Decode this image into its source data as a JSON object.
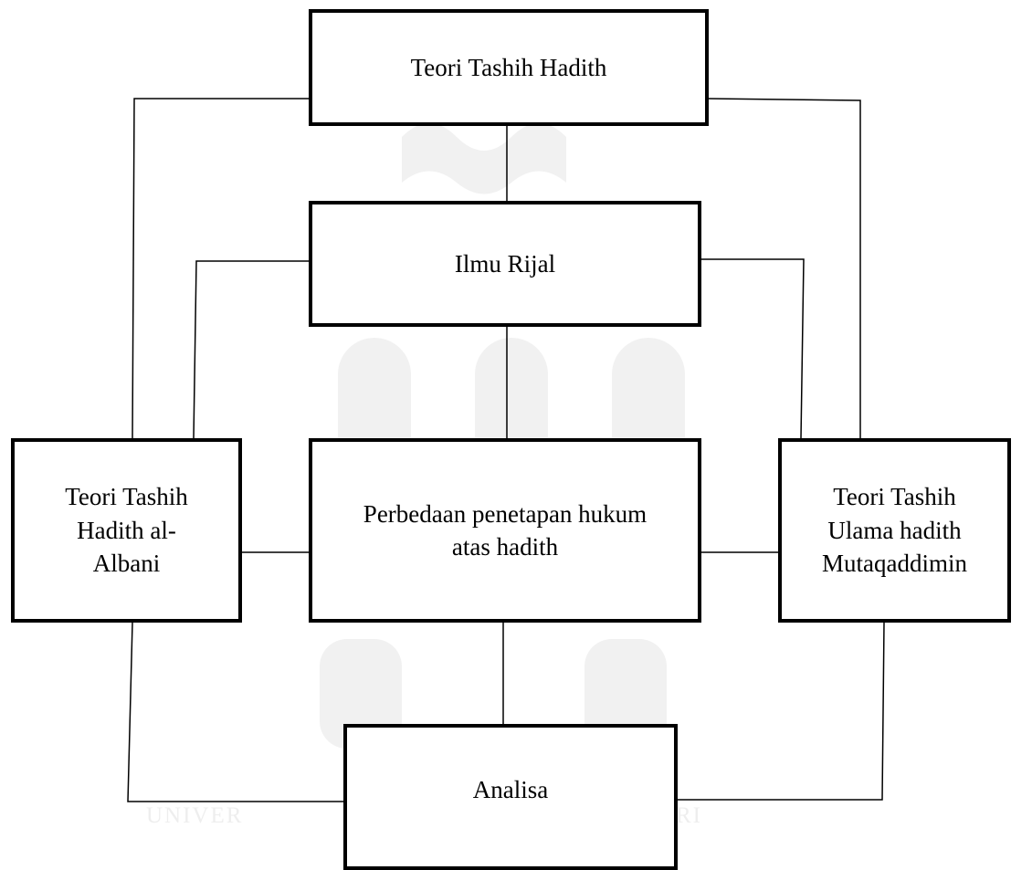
{
  "diagram": {
    "nodes": {
      "top": {
        "lines": [
          "Teori Tashih Hadith"
        ]
      },
      "rijal": {
        "lines": [
          "Ilmu Rijal"
        ]
      },
      "left": {
        "lines": [
          "Teori Tashih",
          "Hadith al-",
          "Albani"
        ]
      },
      "center": {
        "lines": [
          "Perbedaan penetapan hukum",
          "atas hadith"
        ]
      },
      "right": {
        "lines": [
          "Teori Tashih",
          "Ulama hadith",
          "Mutaqaddimin"
        ]
      },
      "bottom": {
        "lines": [
          "Analisa"
        ]
      }
    },
    "watermark": {
      "left": "UNIVER",
      "right": "RI"
    }
  }
}
